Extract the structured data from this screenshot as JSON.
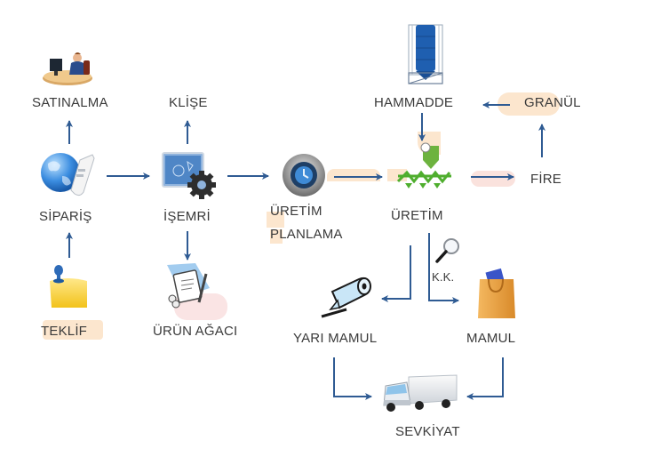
{
  "diagram": {
    "nodes": {
      "satinalma": {
        "label": "SATINALMA",
        "icon": "purchasing-desk-icon"
      },
      "klise": {
        "label": "KLİŞE",
        "icon": ""
      },
      "hammadde": {
        "label": "HAMMADDE",
        "icon": "silo-icon"
      },
      "granul": {
        "label": "GRANÜL",
        "icon": ""
      },
      "siparis": {
        "label": "SİPARİŞ",
        "icon": "globe-phone-icon"
      },
      "isemri": {
        "label": "İŞEMRİ",
        "icon": "blueprint-gear-icon"
      },
      "uretim_planlama": {
        "label_line1": "ÜRETİM",
        "label_line2": "PLANLAMA",
        "icon": "clock-lens-icon"
      },
      "uretim": {
        "label": "ÜRETİM",
        "icon": "extruder-screw-icon"
      },
      "fire": {
        "label": "FİRE",
        "icon": ""
      },
      "teklif": {
        "label": "TEKLİF",
        "icon": "sticky-note-pin-icon"
      },
      "urun_agaci": {
        "label": "ÜRÜN AĞACI",
        "icon": "document-pencil-icon"
      },
      "kk": {
        "label": "K.K.",
        "icon": "magnifier-icon"
      },
      "yari_mamul": {
        "label": "YARI MAMUL",
        "icon": "film-roll-icon"
      },
      "mamul": {
        "label": "MAMUL",
        "icon": "shopping-bag-icon"
      },
      "sevkiyat": {
        "label": "SEVKİYAT",
        "icon": "truck-icon"
      }
    },
    "edges": [
      {
        "from": "SİPARİŞ",
        "to": "SATINALMA"
      },
      {
        "from": "TEKLİF",
        "to": "SİPARİŞ"
      },
      {
        "from": "SİPARİŞ",
        "to": "İŞEMRİ"
      },
      {
        "from": "İŞEMRİ",
        "to": "KLİŞE"
      },
      {
        "from": "İŞEMRİ",
        "to": "ÜRÜN AĞACI"
      },
      {
        "from": "İŞEMRİ",
        "to": "ÜRETİM PLANLAMA"
      },
      {
        "from": "ÜRETİM PLANLAMA",
        "to": "ÜRETİM"
      },
      {
        "from": "HAMMADDE",
        "to": "ÜRETİM"
      },
      {
        "from": "ÜRETİM",
        "to": "FİRE"
      },
      {
        "from": "FİRE",
        "to": "GRANÜL"
      },
      {
        "from": "GRANÜL",
        "to": "HAMMADDE"
      },
      {
        "from": "ÜRETİM",
        "to": "YARI MAMUL"
      },
      {
        "from": "ÜRETİM",
        "to": "MAMUL",
        "via": "K.K."
      },
      {
        "from": "YARI MAMUL",
        "to": "SEVKİYAT"
      },
      {
        "from": "MAMUL",
        "to": "SEVKİYAT"
      }
    ],
    "colors": {
      "arrow": "#2f5b93",
      "text": "#3a3a3a"
    }
  }
}
